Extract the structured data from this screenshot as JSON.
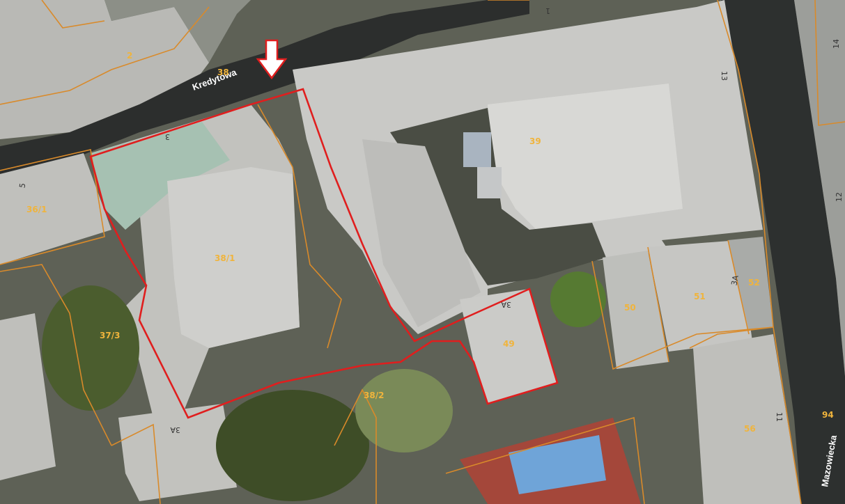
{
  "map": {
    "streets": {
      "kredytowa": "Kredytowa",
      "mazowiecka": "Mazowiecka"
    },
    "parcels": {
      "p2": "2",
      "p38top": "38",
      "p36_1": "36/1",
      "p38_1": "38/1",
      "p37_3": "37/3",
      "p38_2": "38/2",
      "p39": "39",
      "p49": "49",
      "p50": "50",
      "p51": "51",
      "p52": "52",
      "p56": "56",
      "p94": "94"
    },
    "house_numbers": {
      "h3": "3",
      "h5": "5",
      "h3a_left": "3A",
      "h3a_mid": "3A",
      "h3a_right": "3A",
      "h13": "13",
      "h14": "14",
      "h12": "12",
      "h11": "11",
      "h1": "1"
    },
    "colors": {
      "highlight_boundary": "#e01e1e",
      "parcel_boundary": "#d98a2a",
      "parcel_label": "#f0b43c",
      "arrow": "#e01e1e"
    }
  }
}
